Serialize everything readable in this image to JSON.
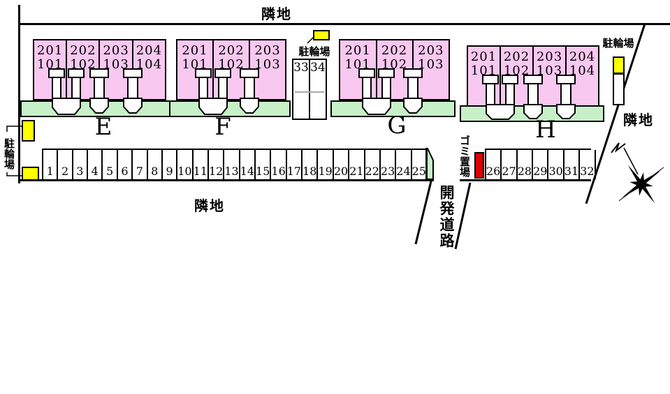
{
  "site_plan": {
    "boundary_labels": {
      "top": "隣地",
      "bottom": "隣地",
      "right": "隣地"
    },
    "road_label": "開発道路",
    "garbage_label": "ゴミ置場",
    "bicycle_labels": {
      "left": "駐輪場",
      "center": "駐輪場",
      "right": "駐輪場"
    },
    "buildings": [
      {
        "name": "E",
        "units": [
          {
            "upper": "201",
            "lower": "101"
          },
          {
            "upper": "202",
            "lower": "102"
          },
          {
            "upper": "203",
            "lower": "103"
          },
          {
            "upper": "204",
            "lower": "104"
          }
        ]
      },
      {
        "name": "F",
        "units": [
          {
            "upper": "201",
            "lower": "101"
          },
          {
            "upper": "202",
            "lower": "102"
          },
          {
            "upper": "203",
            "lower": "103"
          }
        ]
      },
      {
        "name": "G",
        "units": [
          {
            "upper": "201",
            "lower": "101"
          },
          {
            "upper": "202",
            "lower": "102"
          },
          {
            "upper": "203",
            "lower": "103"
          }
        ]
      },
      {
        "name": "H",
        "units": [
          {
            "upper": "201",
            "lower": "101"
          },
          {
            "upper": "202",
            "lower": "102"
          },
          {
            "upper": "203",
            "lower": "103"
          },
          {
            "upper": "204",
            "lower": "104"
          }
        ]
      }
    ],
    "parking_row_front": [
      "1",
      "2",
      "3",
      "4",
      "5",
      "6",
      "7",
      "8",
      "9",
      "10",
      "11",
      "12",
      "13",
      "14",
      "15",
      "16",
      "17",
      "18",
      "19",
      "20",
      "21",
      "22",
      "23",
      "24",
      "25"
    ],
    "parking_row_east": [
      "26",
      "27",
      "28",
      "29",
      "30",
      "31",
      "32"
    ],
    "bike_stalls": [
      "33",
      "34"
    ],
    "colors": {
      "unit_fill": "#f8c8f0",
      "lawn_green": "#c8f0c8",
      "marker_yellow": "#ffff00",
      "garbage_red": "#dd0000",
      "line_black": "#000000"
    }
  }
}
